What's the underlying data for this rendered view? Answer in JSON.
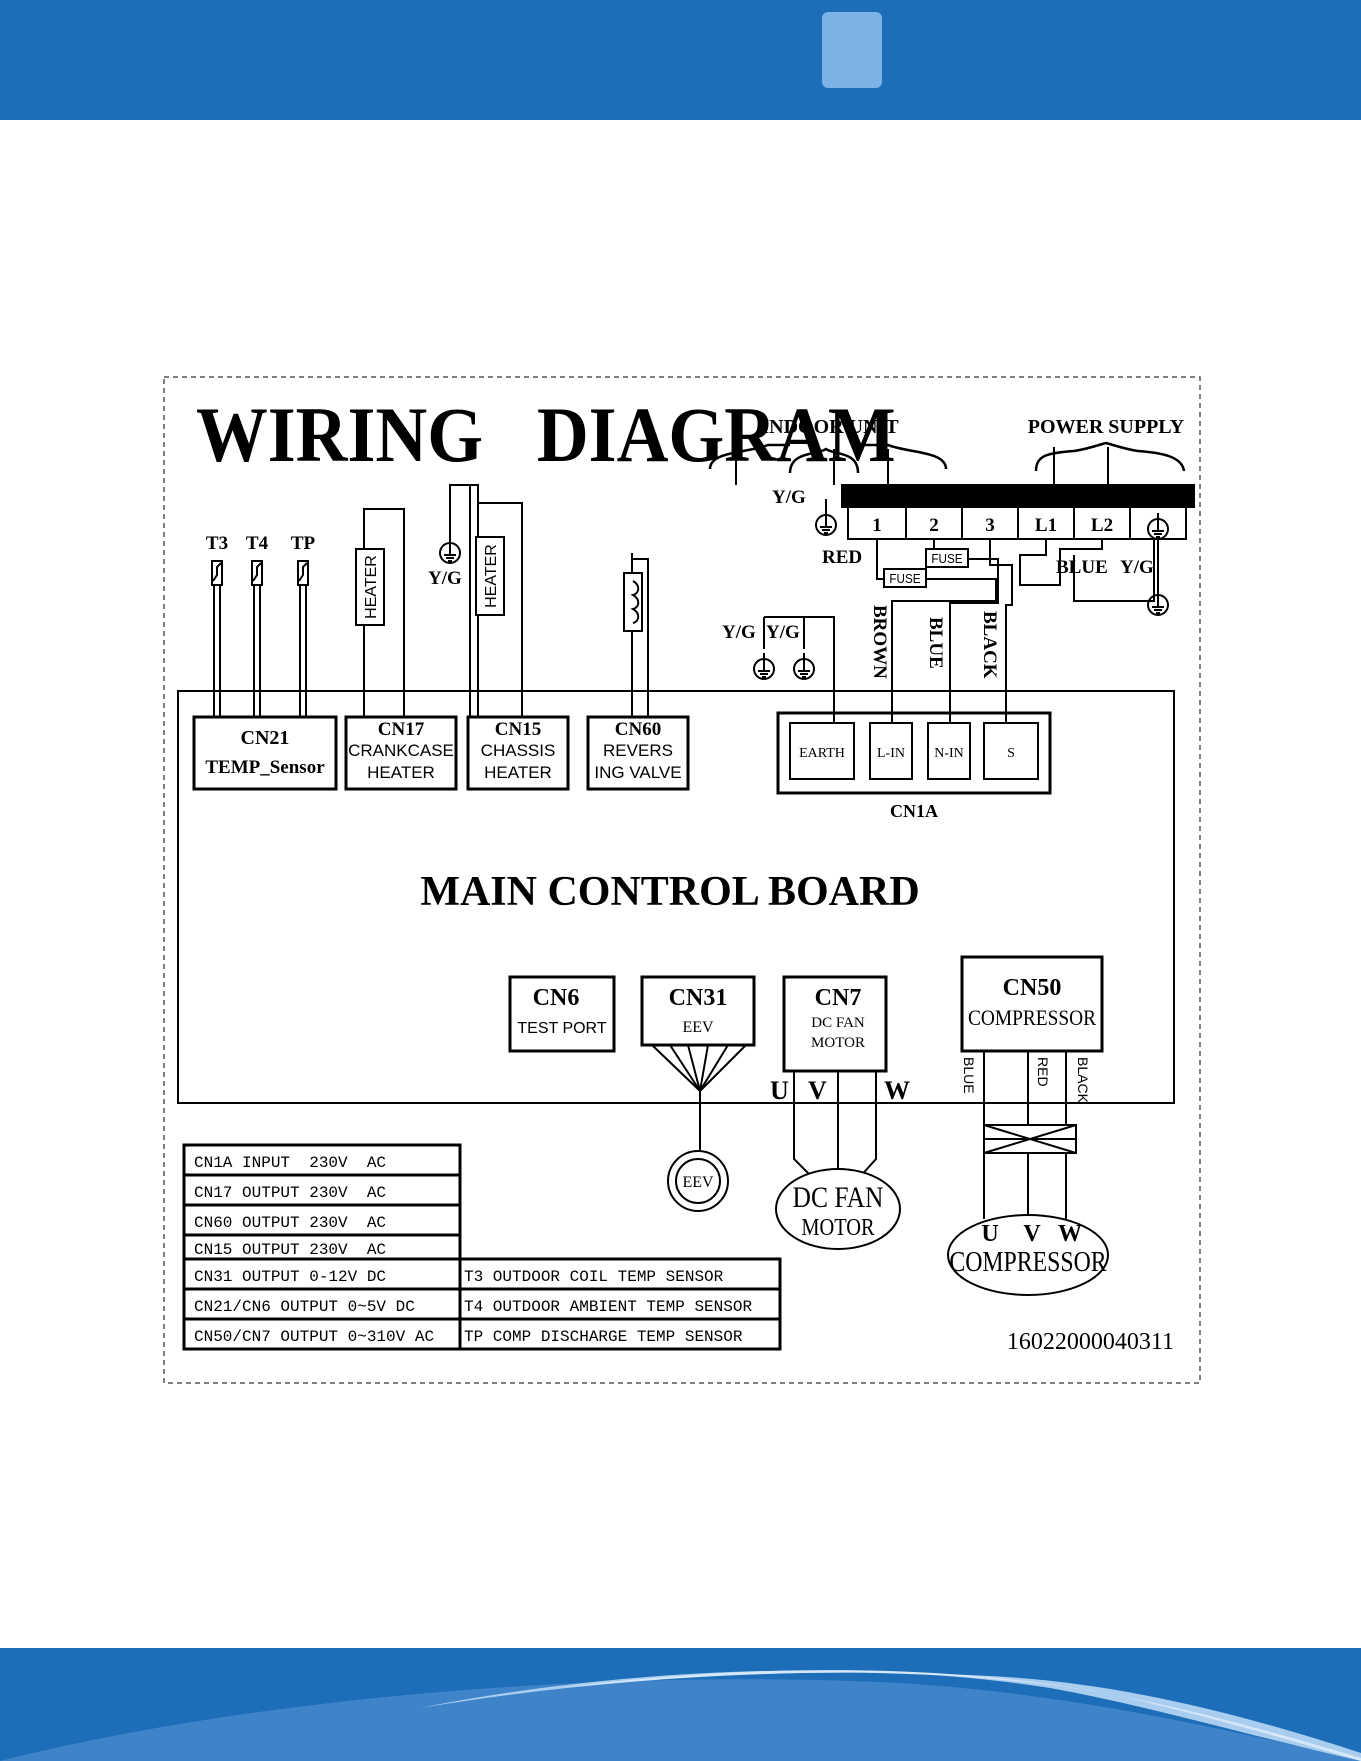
{
  "diagram": {
    "title": "WIRING   DIAGRAM",
    "indoor_unit": "INDOOR UNIT",
    "power_supply": "POWER SUPPLY",
    "terminals": [
      "1",
      "2",
      "3",
      "L1",
      "L2"
    ],
    "yg": "Y/G",
    "red": "RED",
    "blue": "BLUE",
    "fuse": "FUSE",
    "brown": "BROWN",
    "black": "BLACK",
    "heater": "HEATER",
    "sensors": [
      "T3",
      "T4",
      "TP"
    ],
    "main_board": "MAIN CONTROL BOARD",
    "cn21": {
      "name": "CN21",
      "sub": "TEMP_Sensor"
    },
    "cn17": {
      "name": "CN17",
      "sub1": "CRANKCASE",
      "sub2": "HEATER"
    },
    "cn15": {
      "name": "CN15",
      "sub1": "CHASSIS",
      "sub2": "HEATER"
    },
    "cn60": {
      "name": "CN60",
      "sub1": "REVERS",
      "sub2": "ING VALVE"
    },
    "cn1a": {
      "name": "CN1A",
      "pins": [
        "EARTH",
        "L-IN",
        "N-IN",
        "S"
      ]
    },
    "cn6": {
      "name": "CN6",
      "sub": "TEST PORT"
    },
    "cn31": {
      "name": "CN31",
      "sub": "EEV"
    },
    "cn7": {
      "name": "CN7",
      "sub1": "DC FAN",
      "sub2": "MOTOR"
    },
    "cn50": {
      "name": "CN50",
      "sub": "COMPRESSOR"
    },
    "uvw": [
      "U",
      "V",
      "W"
    ],
    "eev": "EEV",
    "dc_fan_motor": [
      "DC FAN",
      "MOTOR"
    ],
    "compressor": "COMPRESSOR",
    "compressor_wires": [
      "BLUE",
      "RED",
      "BLACK"
    ],
    "spec_rows": [
      "CN1A INPUT  230V  AC",
      "CN17 OUTPUT 230V  AC",
      "CN60 OUTPUT 230V  AC",
      "CN15 OUTPUT 230V  AC",
      "CN31 OUTPUT 0-12V DC",
      "CN21/CN6 OUTPUT 0~5V DC",
      "CN50/CN7 OUTPUT 0~310V AC"
    ],
    "sensor_rows": [
      "T3 OUTDOOR COIL TEMP SENSOR",
      "T4 OUTDOOR AMBIENT TEMP SENSOR",
      "TP COMP DISCHARGE TEMP SENSOR"
    ],
    "serial": "16022000040311"
  },
  "colors": {
    "header": "#1e6db8",
    "header_tab": "#7bb3e6",
    "footer": "#1e6db8"
  }
}
